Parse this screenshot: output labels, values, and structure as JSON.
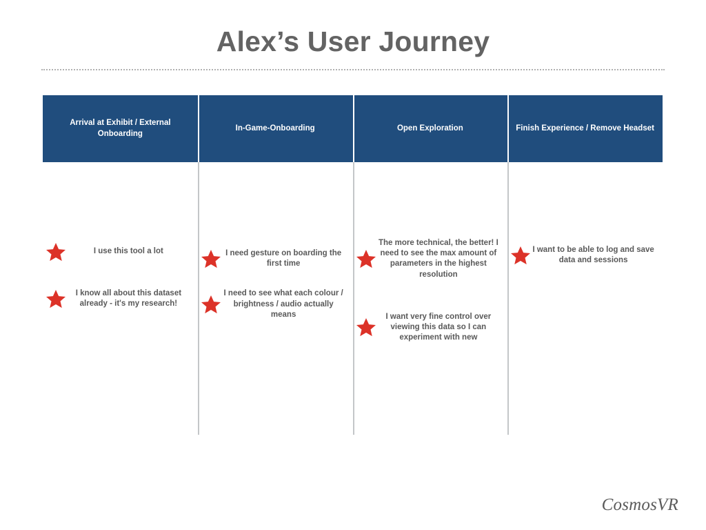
{
  "page": {
    "title": "Alex’s User Journey",
    "accent_blue": "#204d7d",
    "star_red": "#dc3228",
    "text_gray": "#595959",
    "title_gray": "#636363",
    "divider_gray": "#c3c6c8"
  },
  "journey": {
    "columns": [
      {
        "header": "Arrival at Exhibit / External Onboarding",
        "items": [
          {
            "icon": "star-icon",
            "text": "I use this tool a lot"
          },
          {
            "icon": "star-icon",
            "text": "I know all about this dataset already - it's my research!"
          }
        ]
      },
      {
        "header": "In-Game-Onboarding",
        "items": [
          {
            "icon": "star-icon",
            "text": "I need gesture on boarding the first time"
          },
          {
            "icon": "star-icon",
            "text": "I need to see what each colour / brightness / audio actually means"
          }
        ]
      },
      {
        "header": "Open Exploration",
        "items": [
          {
            "icon": "star-icon",
            "text": "The more technical, the better! I need to see the max amount of parameters in the highest resolution"
          },
          {
            "icon": "star-icon",
            "text": "I want very fine control over viewing this data so I can experiment with new"
          }
        ]
      },
      {
        "header": "Finish Experience / Remove Headset",
        "items": [
          {
            "icon": "star-icon",
            "text": "I want to be able to log and save data and sessions"
          }
        ]
      }
    ]
  },
  "footer": {
    "logo": "CosmosVR"
  }
}
